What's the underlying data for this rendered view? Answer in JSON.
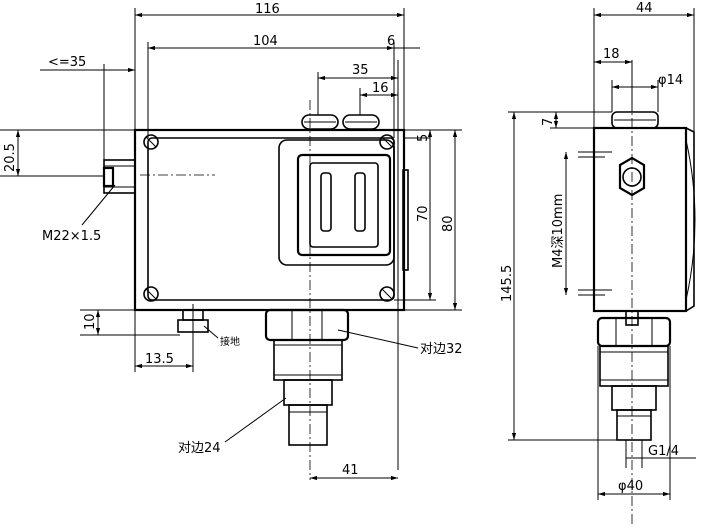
{
  "front_view": {
    "dims": {
      "overall_width": "116",
      "body_width": "104",
      "edge_offset": "6",
      "cable_limit": "<=35",
      "knob_span": "35",
      "knob_offset": "16",
      "cable_height": "20.5",
      "top_margin": "5",
      "inner_height": "70",
      "overall_height": "80",
      "bracket_height": "10",
      "ground_offset": "13.5",
      "port_offset": "41"
    },
    "labels": {
      "cable_thread": "M22×1.5",
      "ground": "接地",
      "hex_top": "对边32",
      "hex_bottom": "对边24"
    }
  },
  "side_view": {
    "dims": {
      "overall_depth": "44",
      "knob_offset": "18",
      "knob_diameter": "φ14",
      "knob_height": "7",
      "overall_height": "145.5",
      "mount_screw": "M4深10mm",
      "pipe_thread": "G1/4",
      "base_diameter": "φ40"
    }
  }
}
